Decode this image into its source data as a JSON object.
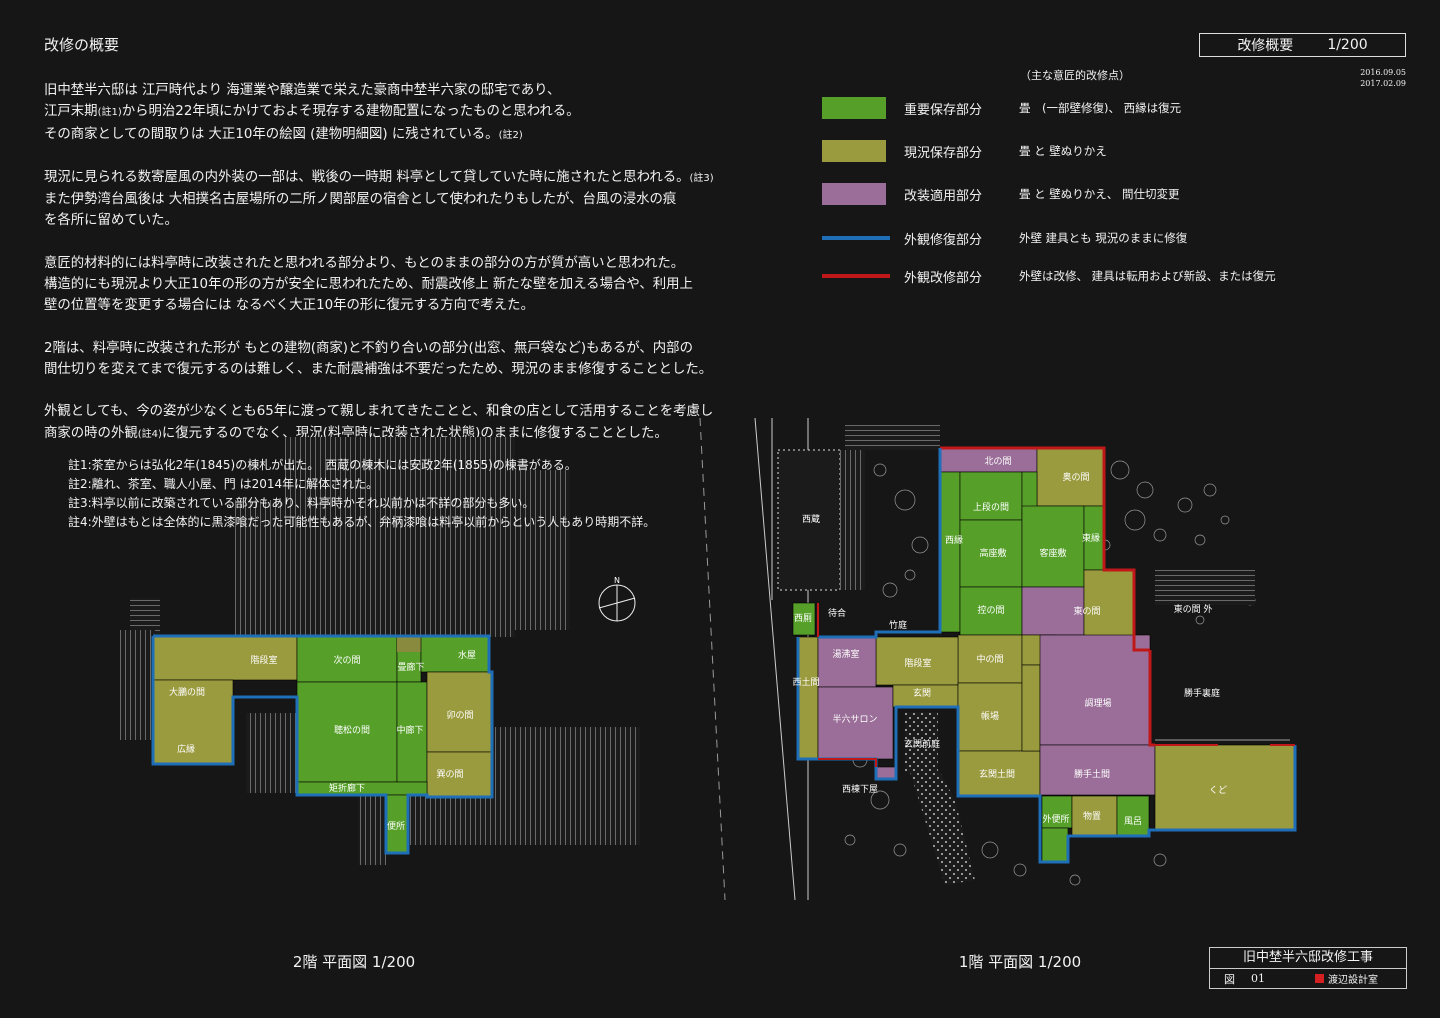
{
  "heading": "改修の概要",
  "title_box": {
    "label": "改修概要",
    "scale": "1/200"
  },
  "dates": [
    "2016.09.05",
    "2017.02.09"
  ],
  "legend": {
    "caption": "（主な意匠的改修点）",
    "items": [
      {
        "label": "重要保存部分",
        "desc": "畳　(一部壁修復)、 西縁は復元",
        "color": "#56a02a",
        "kind": "fill"
      },
      {
        "label": "現況保存部分",
        "desc": "畳 と 壁ぬりかえ",
        "color": "#9a9a3e",
        "kind": "fill"
      },
      {
        "label": "改装適用部分",
        "desc": "畳 と 壁ぬりかえ、 間仕切変更",
        "color": "#9a6e98",
        "kind": "fill"
      },
      {
        "label": "外観修復部分",
        "desc": "外壁 建具とも 現況のままに修復",
        "color": "#1e6fb8",
        "kind": "line"
      },
      {
        "label": "外観改修部分",
        "desc": "外壁は改修、 建具は転用および新設、または復元",
        "color": "#c01818",
        "kind": "line"
      }
    ]
  },
  "body": {
    "p1": [
      "旧中埜半六邸は 江戸時代より 海運業や醸造業で栄えた豪商中埜半六家の邸宅であり、",
      "江戸末期",
      "(註1)",
      "から明治22年頃にかけておよそ現存する建物配置になったものと思われる。",
      "その商家としての間取りは 大正10年の絵図 (建物明細図) に残されている。",
      "(註2)"
    ],
    "p2": [
      "現況に見られる数寄屋風の内外装の一部は、戦後の一時期 料亭として貸していた時に施されたと思われる。",
      "(註3)",
      "また伊勢湾台風後は 大相撲名古屋場所の二所ノ関部屋の宿舎として使われたりもしたが、台風の浸水の痕",
      "を各所に留めていた。"
    ],
    "p3": [
      "意匠的材料的には料亭時に改装されたと思われる部分より、もとのままの部分の方が質が高いと思われた。",
      "構造的にも現況より大正10年の形の方が安全に思われたため、耐震改修上 新たな壁を加える場合や、利用上",
      "壁の位置等を変更する場合には なるべく大正10年の形に復元する方向で考えた。"
    ],
    "p4": [
      "2階は、料亭時に改装された形が もとの建物(商家)と不釣り合いの部分(出窓、無戸袋など)もあるが、内部の",
      "間仕切りを変えてまで復元するのは難しく、また耐震補強は不要だったため、現況のまま修復することとした。"
    ],
    "p5": [
      "外観としても、今の姿が少なくとも65年に渡って親しまれてきたことと、和食の店として活用することを考慮し",
      "商家の時の外観",
      "(註4)",
      "に復元するのでなく、現況(料亭時に改装された状態)のままに修復することとした。"
    ]
  },
  "notes": [
    "註1:茶室からは弘化2年(1845)の棟札が出た。　西蔵の棟木には安政2年(1855)の棟書がある。",
    "註2:離れ、茶室、職人小屋、門 は2014年に解体された。",
    "註3:料亭以前に改築されている部分もあり、料亭時かそれ以前かは不詳の部分も多い。",
    "註4:外壁はもとは全体的に黒漆喰だった可能性もあるが、弁柄漆喰は料亭以前からという人もあり時期不詳。"
  ],
  "plan2": {
    "caption": "2階 平面図 1/200",
    "north": "N",
    "rooms": [
      "階段室",
      "次の間",
      "水屋",
      "大鵬の間",
      "畳廊下",
      "卯の間",
      "聴松の間",
      "中廊下",
      "広縁",
      "巽の間",
      "矩折廊下",
      "便所"
    ]
  },
  "plan1": {
    "caption": "1階 平面図 1/200",
    "rooms": [
      "北の間",
      "奥の間",
      "上段の間",
      "西縁",
      "高座敷",
      "客座敷",
      "東縁",
      "西蔵",
      "控の間",
      "東の間",
      "東の間 外",
      "西厠",
      "待合",
      "竹庭",
      "湯沸室",
      "階段室",
      "中の間",
      "西土間",
      "玄関",
      "勝手裏庭",
      "半六サロン",
      "帳場",
      "調理場",
      "玄関前庭",
      "玄関土間",
      "勝手土間",
      "くど",
      "西棟下屋",
      "外便所",
      "物置",
      "風呂"
    ]
  },
  "stamp": {
    "title": "旧中埜半六邸改修工事",
    "fig_label": "図",
    "fig_no": "01",
    "office": "渡辺設計室"
  }
}
